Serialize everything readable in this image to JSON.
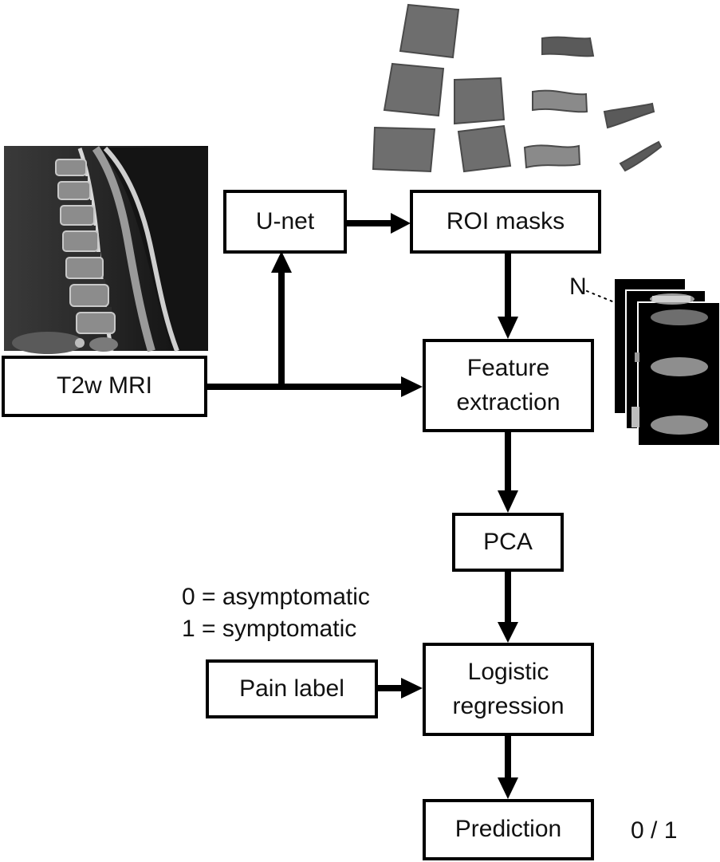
{
  "nodes": {
    "unet": "U-net",
    "roi_masks": "ROI masks",
    "t2w_mri": "T2w MRI",
    "feature_extraction": [
      "Feature",
      "extraction"
    ],
    "pca": "PCA",
    "pain_label": "Pain label",
    "logistic_regression": [
      "Logistic",
      "regression"
    ],
    "prediction": "Prediction"
  },
  "annotations": {
    "n_label": "N",
    "label_def_0": "0 = asymptomatic",
    "label_def_1": "1 = symptomatic",
    "output_values": "0 / 1"
  },
  "edges": [
    {
      "from": "t2w_mri",
      "to": "unet"
    },
    {
      "from": "t2w_mri",
      "to": "feature_extraction"
    },
    {
      "from": "unet",
      "to": "roi_masks"
    },
    {
      "from": "roi_masks",
      "to": "feature_extraction"
    },
    {
      "from": "feature_extraction",
      "to": "pca"
    },
    {
      "from": "pca",
      "to": "logistic_regression"
    },
    {
      "from": "pain_label",
      "to": "logistic_regression"
    },
    {
      "from": "logistic_regression",
      "to": "prediction"
    }
  ],
  "images": {
    "mri": "sagittal-spine-mri-image",
    "masks": "segmented-vertebra-disc-mask-thumbnails",
    "slices": "stacked-roi-slice-images"
  }
}
